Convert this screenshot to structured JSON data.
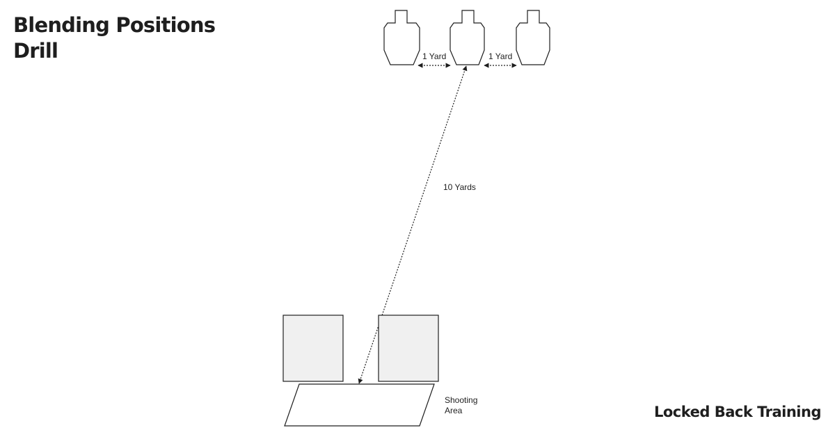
{
  "title": {
    "line1": "Blending Positions",
    "line2": "Drill"
  },
  "brand": "Locked Back Training",
  "targets": [
    {
      "id": "left",
      "label": ""
    },
    {
      "id": "center",
      "label": ""
    },
    {
      "id": "right",
      "label": ""
    }
  ],
  "spacing_labels": {
    "left_gap": "1 Yard",
    "right_gap": "1 Yard"
  },
  "distance_label": "10 Yards",
  "barricades": [
    {
      "id": "left-barricade",
      "fill": "#f0f0f0"
    },
    {
      "id": "right-barricade",
      "fill": "#f0f0f0"
    }
  ],
  "shooting_area": {
    "label_line1": "Shooting",
    "label_line2": "Area"
  },
  "colors": {
    "stroke": "#1e1e1e",
    "barricade_fill": "#f0f0f0",
    "background": "#ffffff"
  }
}
